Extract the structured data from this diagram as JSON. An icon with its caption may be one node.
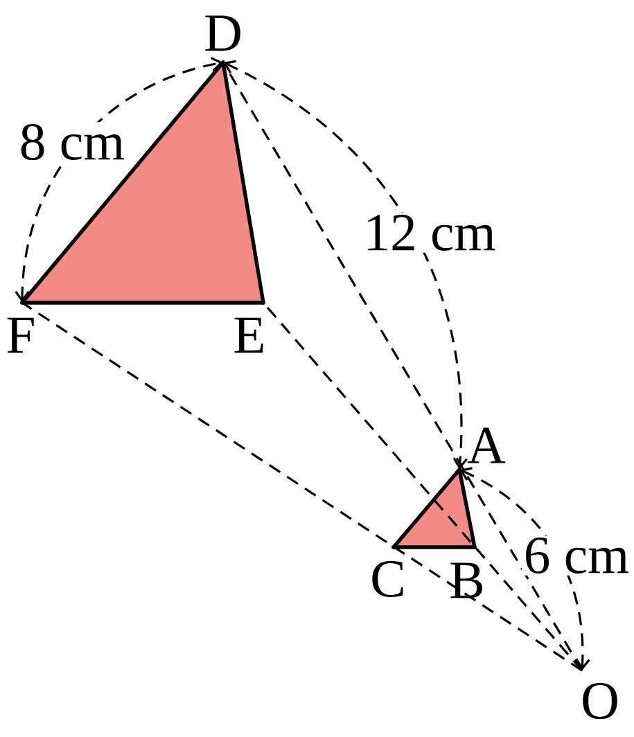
{
  "diagram": {
    "nodes": [
      {
        "text": [
          "D"
        ]
      },
      {
        "text": [
          "F"
        ]
      },
      {
        "text": [
          "E"
        ]
      },
      {
        "text": [
          "A"
        ]
      },
      {
        "text": [
          "C"
        ]
      },
      {
        "text": [
          "B"
        ]
      },
      {
        "text": [
          "O"
        ]
      }
    ],
    "edges": [
      {
        "from": 0,
        "to": 2,
        "arrow": "none"
      },
      {
        "from": 2,
        "to": 1,
        "arrow": "none"
      },
      {
        "from": 1,
        "to": 0,
        "arrow": "none"
      },
      {
        "from": 3,
        "to": 5,
        "arrow": "none"
      },
      {
        "from": 5,
        "to": 4,
        "arrow": "none"
      },
      {
        "from": 4,
        "to": 3,
        "arrow": "none"
      },
      {
        "from": 6,
        "to": 0,
        "arrow": "none",
        "style": "dashed"
      },
      {
        "from": 6,
        "to": 2,
        "arrow": "none",
        "style": "dashed"
      },
      {
        "from": 6,
        "to": 1,
        "arrow": "none",
        "style": "dashed"
      },
      {
        "from": 1,
        "to": 0,
        "arrow": "both",
        "style": "dashed",
        "label": "8 cm"
      },
      {
        "from": 0,
        "to": 3,
        "arrow": "both",
        "style": "dashed",
        "label": "12 cm"
      },
      {
        "from": 3,
        "to": 6,
        "arrow": "both",
        "style": "dashed",
        "label": "6 cm"
      }
    ]
  }
}
